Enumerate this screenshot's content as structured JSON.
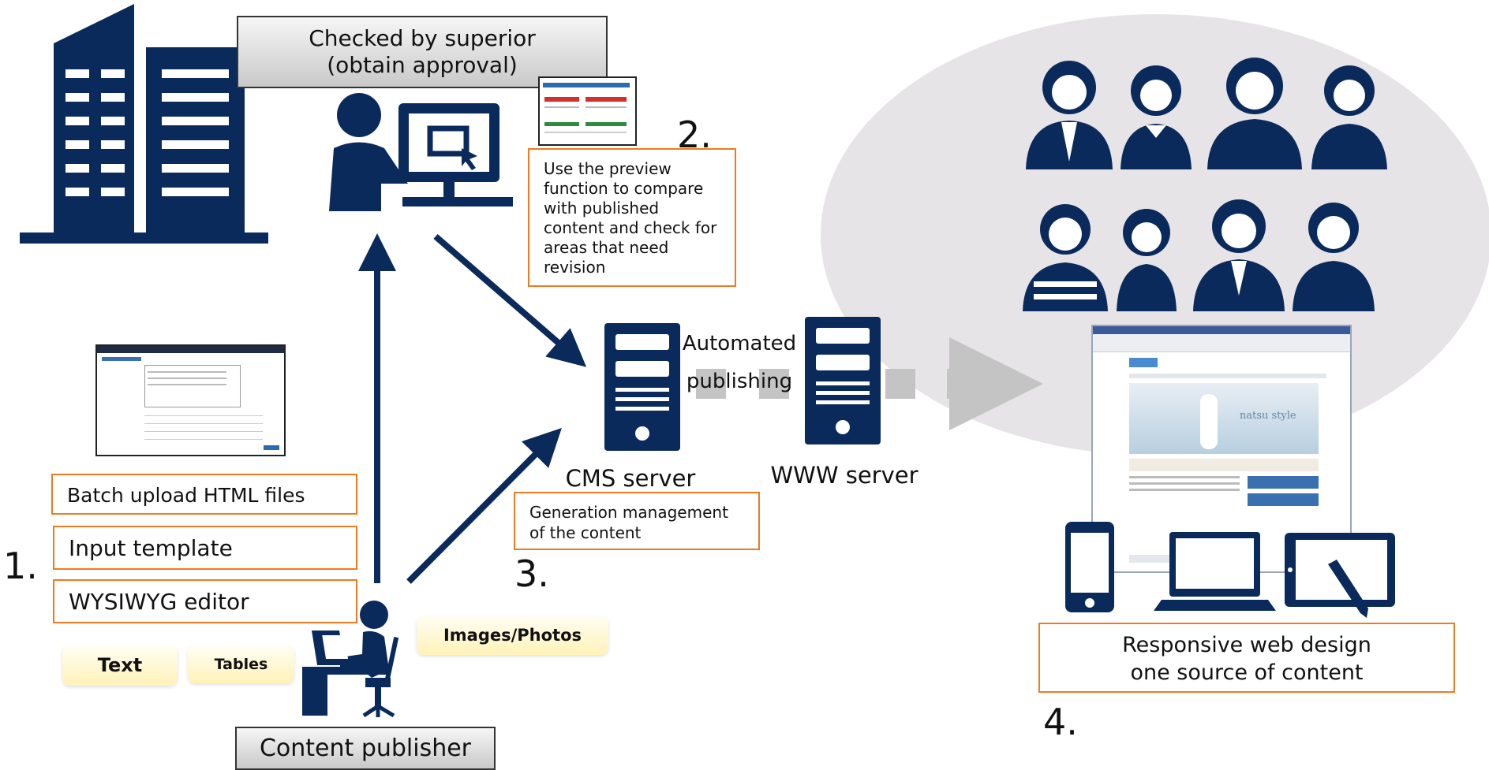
{
  "approval": {
    "line1": "Checked by superior",
    "line2": "(obtain approval)"
  },
  "step_numbers": {
    "one": "1.",
    "two": "2.",
    "three": "3.",
    "four": "4."
  },
  "preview_note": "Use the preview function to compare with published content and check for areas that need revision",
  "inputs": {
    "batch_upload": "Batch upload HTML files",
    "input_template": "Input template",
    "wysiwyg": "WYSIWYG editor"
  },
  "content_tags": {
    "text": "Text",
    "tables": "Tables",
    "images": "Images/Photos"
  },
  "publisher_label": "Content publisher",
  "publishing": {
    "line1": "Automated",
    "line2": "publishing"
  },
  "servers": {
    "cms": "CMS server",
    "www": "WWW server"
  },
  "generation_note": "Generation management of the content",
  "responsive": {
    "line1": "Responsive web design",
    "line2": "one source of content"
  },
  "website_preview": {
    "hero_text": "natsu style"
  },
  "colors": {
    "navy": "#0b2a5c",
    "orange_border": "#f07a22",
    "arrow_gray": "#bfbfbf",
    "map_bg": "#e6e4e6"
  },
  "icons": [
    "building-icon",
    "person-computer-icon",
    "cms-server-icon",
    "www-server-icon",
    "publisher-desk-icon",
    "world-map",
    "audience-people-icon",
    "smartphone-icon",
    "laptop-icon",
    "tablet-icon"
  ]
}
